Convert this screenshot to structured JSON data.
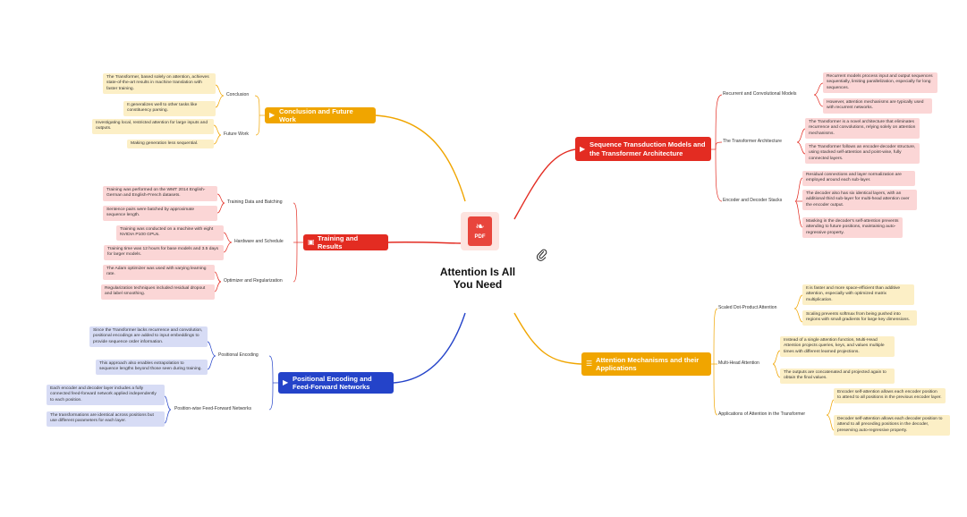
{
  "central": {
    "title": "Attention Is All You Need",
    "icon": "pdf-file-icon",
    "icon_label": "PDF",
    "attachment_icon": "paperclip-icon"
  },
  "colors": {
    "red": "#e32c22",
    "orange": "#f0a500",
    "blue": "#2443c9",
    "red_leaf": "#fbd6d6",
    "yellow_leaf": "#fcefc6",
    "blue_leaf": "#d7dcf5"
  },
  "topics": {
    "sequence": {
      "label": "Sequence Transduction Models and the Transformer Architecture",
      "subs": {
        "recurrent": {
          "label": "Recurrent and Convolutional Models",
          "leaves": [
            "Recurrent models process input and output sequences sequentially, limiting parallelization, especially for long sequences.",
            "However, attention mechanisms are typically used with recurrent networks."
          ]
        },
        "transformer": {
          "label": "The Transformer Architecture",
          "leaves": [
            "The Transformer is a novel architecture that eliminates recurrence and convolutions, relying solely on attention mechanisms.",
            "The Transformer follows an encoder-decoder structure, using stacked self-attention and point-wise, fully connected layers."
          ]
        },
        "stacks": {
          "label": "Encoder and Decoder Stacks",
          "leaves": [
            "Residual connections and layer normalization are employed around each sub-layer.",
            "The decoder also has six identical layers, with an additional third sub-layer for multi-head attention over the encoder output.",
            "Masking in the decoder's self-attention prevents attending to future positions, maintaining auto-regressive property."
          ]
        }
      }
    },
    "attention": {
      "label": "Attention Mechanisms and their Applications",
      "subs": {
        "scaled": {
          "label": "Scaled Dot-Product Attention",
          "leaves": [
            "It is faster and more space-efficient than additive attention, especially with optimized matrix multiplication.",
            "Scaling prevents softmax from being pushed into regions with small gradients for large key dimensions."
          ]
        },
        "multihead": {
          "label": "Multi-Head Attention",
          "leaves": [
            "Instead of a single attention function, Multi-Head Attention projects queries, keys, and values multiple times with different learned projections.",
            "The outputs are concatenated and projected again to obtain the final values."
          ]
        },
        "applications": {
          "label": "Applications of Attention in the Transformer",
          "leaves": [
            "Encoder self-attention allows each encoder position to attend to all positions in the previous encoder layer.",
            "Decoder self-attention allows each decoder position to attend to all preceding positions in the decoder, preserving auto-regressive property."
          ]
        }
      }
    },
    "conclusion": {
      "label": "Conclusion and Future Work",
      "subs": {
        "conclusion": {
          "label": "Conclusion",
          "leaves": [
            "The Transformer, based solely on attention, achieves state-of-the-art results in machine translation with faster training.",
            "It generalizes well to other tasks like constituency parsing."
          ]
        },
        "future": {
          "label": "Future Work",
          "leaves": [
            "Investigating local, restricted attention for large inputs and outputs.",
            "Making generation less sequential."
          ]
        }
      }
    },
    "training": {
      "label": "Training and Results",
      "subs": {
        "data": {
          "label": "Training Data and Batching",
          "leaves": [
            "Training was performed on the WMT 2014 English-German and English-French datasets.",
            "Sentence pairs were batched by approximate sequence length."
          ]
        },
        "hardware": {
          "label": "Hardware and Schedule",
          "leaves": [
            "Training was conducted on a machine with eight NVIDIA P100 GPUs.",
            "Training time was 12 hours for base models and 3.5 days for larger models."
          ]
        },
        "optimizer": {
          "label": "Optimizer and Regularization",
          "leaves": [
            "The Adam optimizer was used with varying learning rate.",
            "Regularization techniques included residual dropout and label smoothing."
          ]
        }
      }
    },
    "positional": {
      "label": "Positional Encoding and Feed-Forward Networks",
      "subs": {
        "encoding": {
          "label": "Positional Encoding",
          "leaves": [
            "Since the Transformer lacks recurrence and convolution, positional encodings are added to input embeddings to provide sequence order information.",
            "This approach also enables extrapolation to sequence lengths beyond those seen during training."
          ]
        },
        "ffn": {
          "label": "Position-wise Feed-Forward Networks",
          "leaves": [
            "Each encoder and decoder layer includes a fully connected feed-forward network applied independently to each position.",
            "The transformations are identical across positions but use different parameters for each layer."
          ]
        }
      }
    }
  }
}
